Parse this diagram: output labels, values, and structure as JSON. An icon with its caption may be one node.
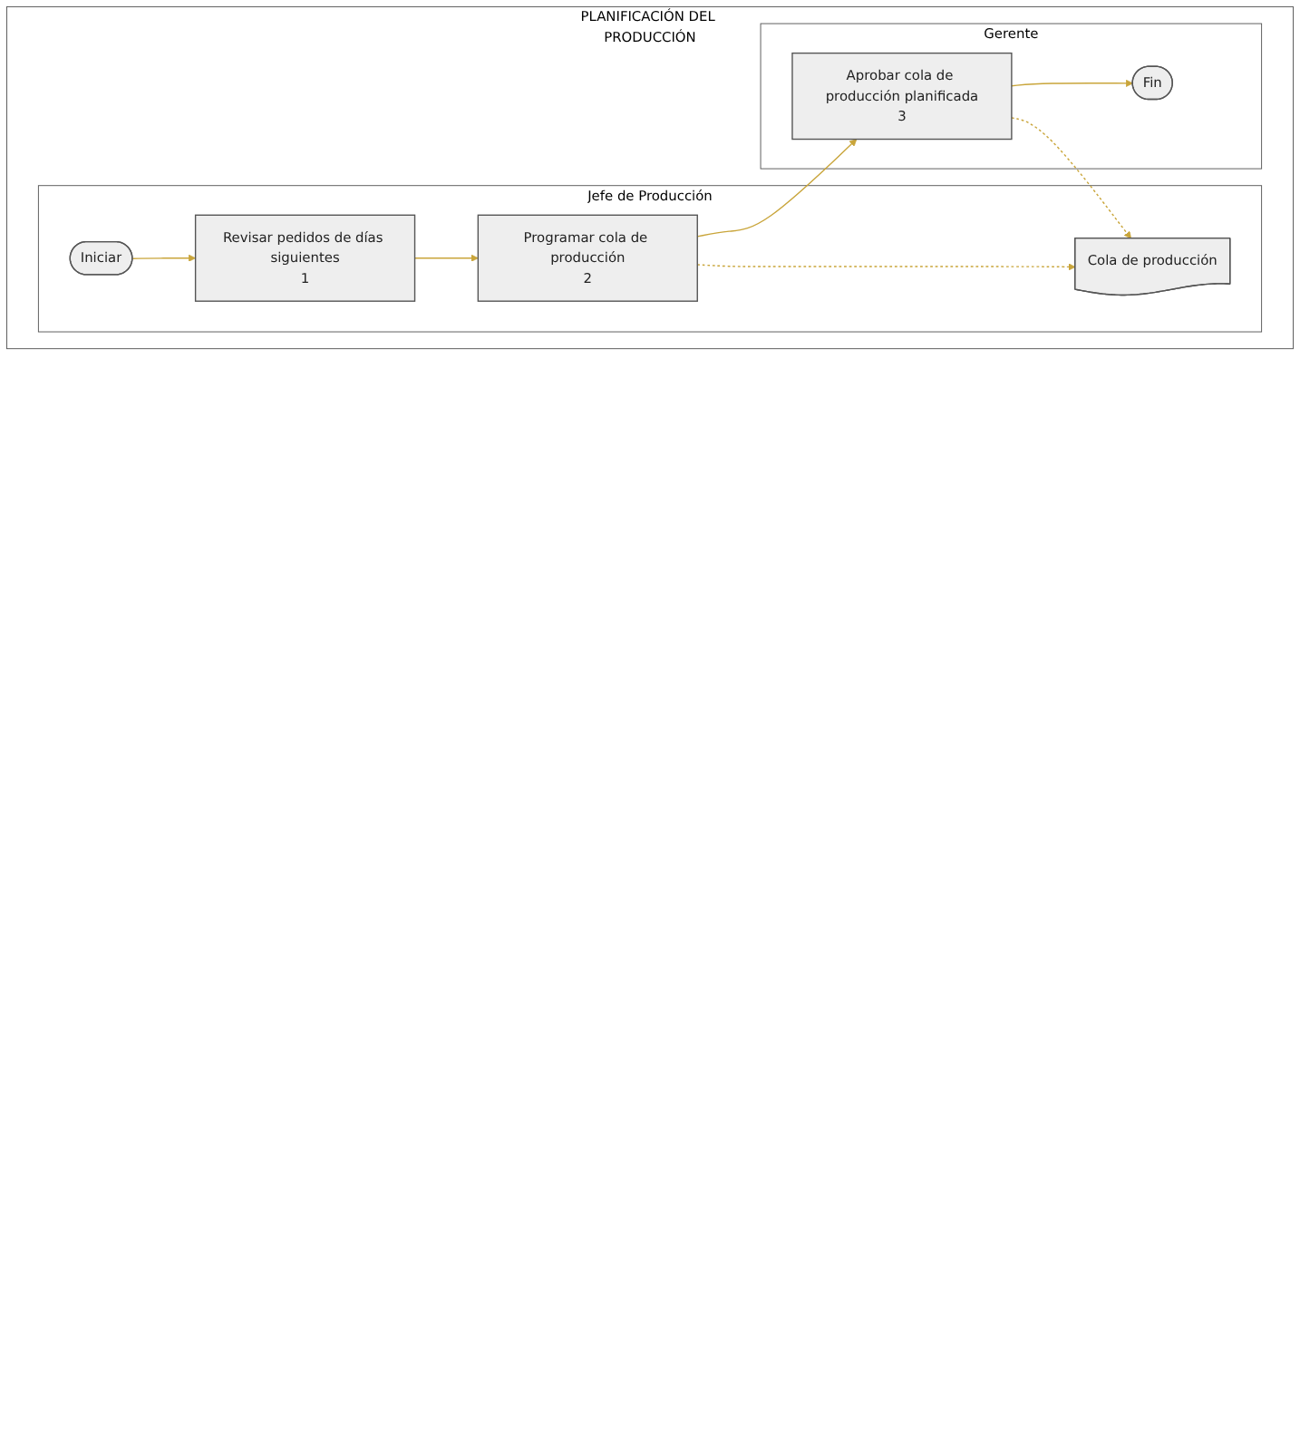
{
  "diagram": {
    "nodes": [
      {
        "text": [
          "PLANIFICACIÓN DEL PRODUCCIÓN"
        ]
      },
      {
        "text": [
          "Jefe de Producción"
        ],
        "in": 0
      },
      {
        "text": [
          "Gerente"
        ],
        "in": 0
      },
      {
        "text": [
          "Iniciar"
        ],
        "in": 1
      },
      {
        "text": [
          "Revisar pedidos de días siguientes",
          "1"
        ],
        "in": 1
      },
      {
        "text": [
          "Programar cola de producción",
          "2"
        ],
        "in": 1
      },
      {
        "text": [
          "Cola de producción"
        ],
        "in": 1
      },
      {
        "text": [
          "Aprobar cola de producción planificada",
          "3"
        ],
        "in": 2
      },
      {
        "text": [
          "Fin"
        ],
        "in": 2
      }
    ],
    "edges": [
      {
        "from": 3,
        "to": 4,
        "arrow": "to"
      },
      {
        "from": 4,
        "to": 5,
        "arrow": "to"
      },
      {
        "from": 5,
        "to": 7,
        "arrow": "to"
      },
      {
        "from": 5,
        "to": 6,
        "arrow": "to",
        "style": "dashed"
      },
      {
        "from": 7,
        "to": 6,
        "arrow": "to",
        "style": "dashed"
      },
      {
        "from": 7,
        "to": 8,
        "arrow": "to"
      }
    ]
  }
}
